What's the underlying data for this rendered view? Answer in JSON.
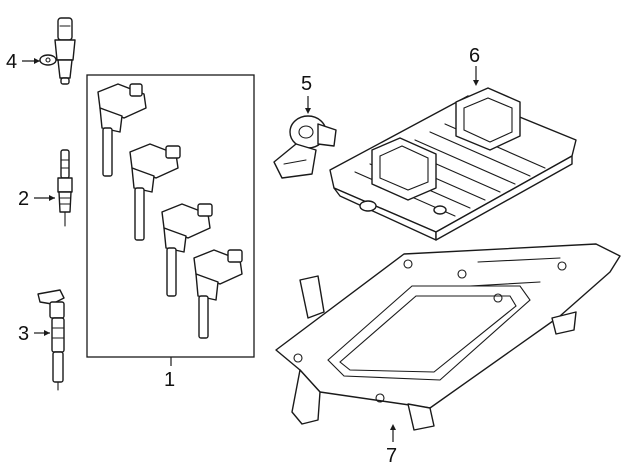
{
  "callouts": {
    "c1": "1",
    "c2": "2",
    "c3": "3",
    "c4": "4",
    "c5": "5",
    "c6": "6",
    "c7": "7"
  },
  "parts": [
    {
      "callout": "1",
      "icon": "ignition-coil-set-icon"
    },
    {
      "callout": "2",
      "icon": "spark-plug-icon"
    },
    {
      "callout": "3",
      "icon": "sensor-connector-icon"
    },
    {
      "callout": "4",
      "icon": "position-sensor-icon"
    },
    {
      "callout": "5",
      "icon": "knock-sensor-icon"
    },
    {
      "callout": "6",
      "icon": "engine-control-module-icon"
    },
    {
      "callout": "7",
      "icon": "module-bracket-icon"
    }
  ],
  "colors": {
    "line": "#1a1a1a",
    "background": "#ffffff"
  }
}
